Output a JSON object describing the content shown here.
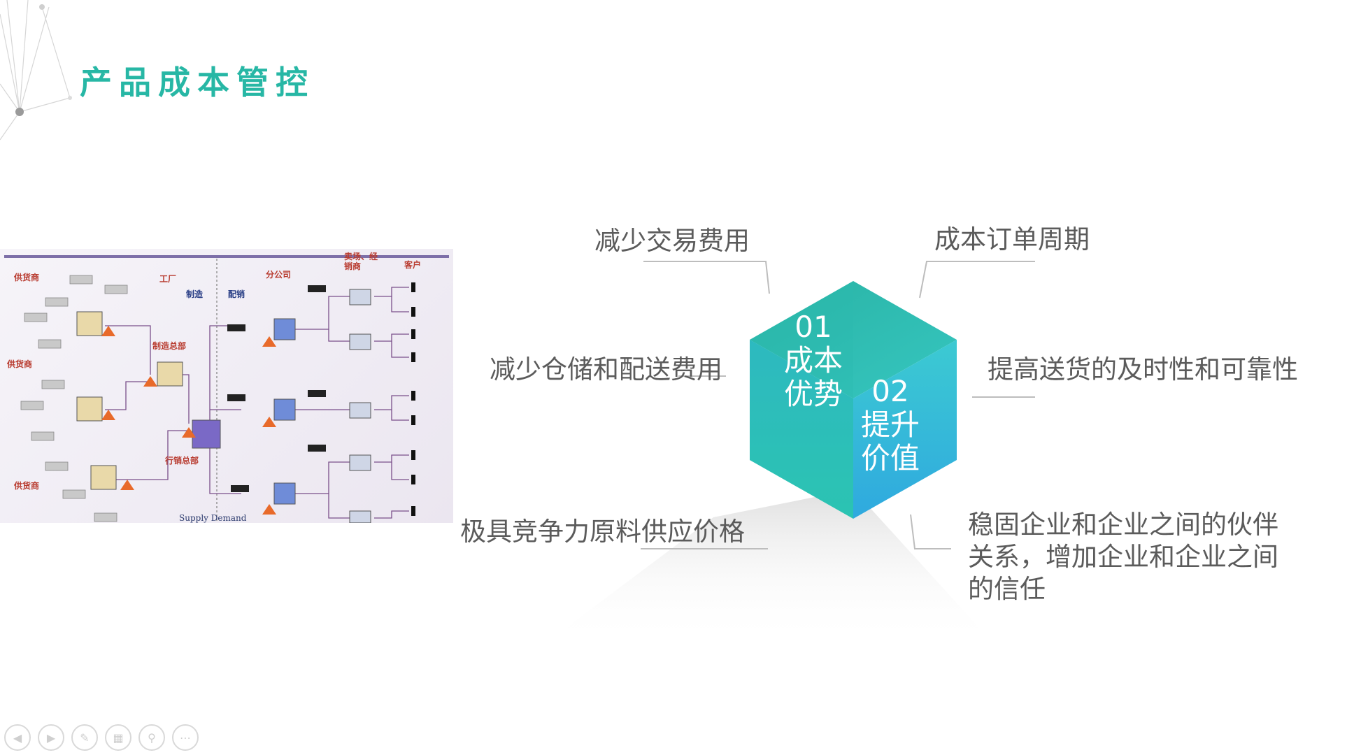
{
  "slide": {
    "title": "产品成本管控"
  },
  "diagram": {
    "labels": {
      "supplier1": "供货商",
      "supplier2": "供货商",
      "supplier3": "供货商",
      "factory": "工厂",
      "manufacture": "制造",
      "distribution": "配销",
      "manufacture_hq": "制造总部",
      "sales_hq": "行销总部",
      "branch": "分公司",
      "retailer": "卖场、经销商",
      "customer": "客户",
      "supply_demand": "Supply   Demand"
    }
  },
  "center": {
    "left_face": {
      "number": "01",
      "line1": "成本",
      "line2": "优势"
    },
    "right_face": {
      "number": "02",
      "line1": "提升",
      "line2": "价值"
    }
  },
  "points": {
    "reduce_transaction": "减少交易费用",
    "reduce_storage": "减少仓储和配送费用",
    "competitive_price": "极具竞争力原料供应价格",
    "order_cycle": "成本订单周期",
    "delivery": "提高送货的及时性和可靠性",
    "partnership": "稳固企业和企业之间的伙伴关系，增加企业和企业之间的信任"
  },
  "colors": {
    "title": "#27b7a5",
    "hex_top": "#2dbab0",
    "hex_left": "#2ec3b8",
    "hex_right": "#34c0d8"
  },
  "toolbar": {
    "icons": [
      "prev-icon",
      "next-icon",
      "pen-icon",
      "slides-icon",
      "zoom-icon",
      "more-icon"
    ]
  }
}
